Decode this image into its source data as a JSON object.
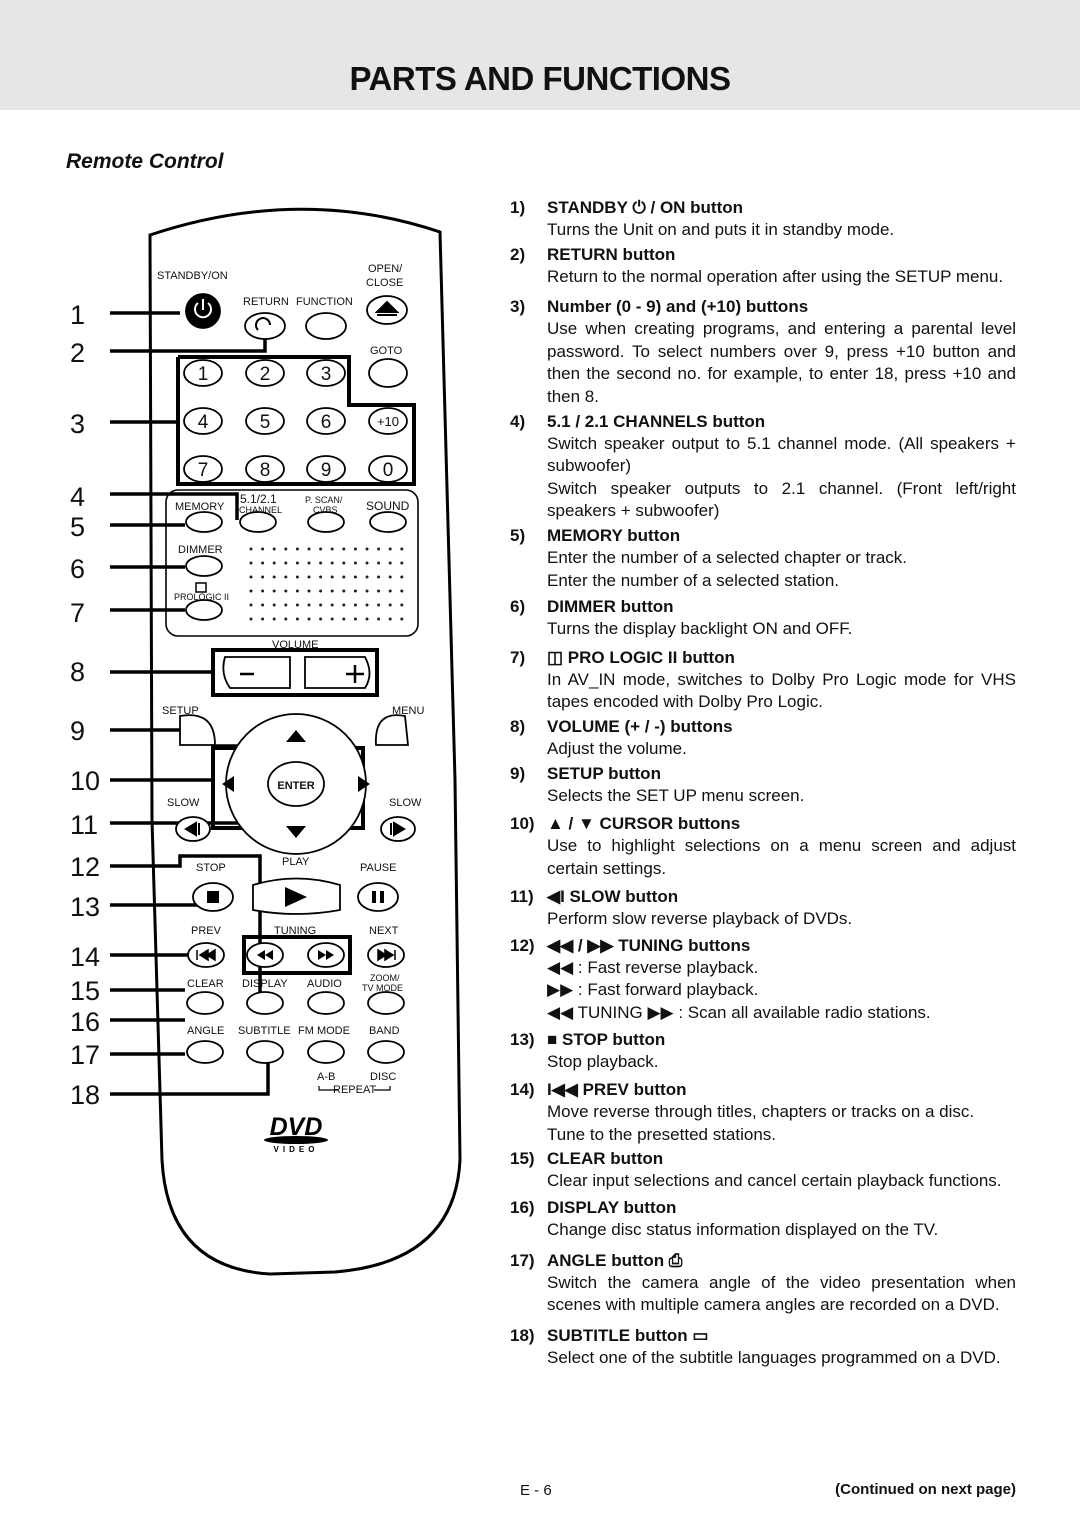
{
  "page": {
    "title": "PARTS AND FUNCTIONS",
    "subtitle": "Remote Control",
    "page_number": "E - 6",
    "continued": "(Continued on next page)"
  },
  "remote": {
    "callouts": [
      "1",
      "2",
      "3",
      "4",
      "5",
      "6",
      "7",
      "8",
      "9",
      "10",
      "11",
      "12",
      "13",
      "14",
      "15",
      "16",
      "17",
      "18"
    ],
    "labels": {
      "standby_on": "STANDBY/ON",
      "open_close_1": "OPEN/",
      "open_close_2": "CLOSE",
      "return": "RETURN",
      "function": "FUNCTION",
      "goto": "GOTO",
      "memory": "MEMORY",
      "channel_top": "5.1/2.1",
      "channel_bottom": "CHANNEL",
      "pscan_1": "P. SCAN/",
      "pscan_2": "CVBS",
      "sound": "SOUND",
      "dimmer": "DIMMER",
      "prologic": "PROLOGIC II",
      "volume": "VOLUME",
      "setup": "SETUP",
      "menu": "MENU",
      "enter": "ENTER",
      "slow_left": "SLOW",
      "slow_right": "SLOW",
      "stop": "STOP",
      "play": "PLAY",
      "pause": "PAUSE",
      "prev": "PREV",
      "tuning": "TUNING",
      "next": "NEXT",
      "clear": "CLEAR",
      "display": "DISPLAY",
      "audio": "AUDIO",
      "zoom_1": "ZOOM/",
      "zoom_2": "TV MODE",
      "angle": "ANGLE",
      "subtitle": "SUBTITLE",
      "fm_mode": "FM MODE",
      "band": "BAND",
      "ab": "A-B",
      "disc": "DISC",
      "repeat": "REPEAT",
      "dvd": "DVD",
      "video": "VIDEO"
    },
    "digits": [
      "1",
      "2",
      "3",
      "4",
      "5",
      "6",
      "+10",
      "7",
      "8",
      "9",
      "0"
    ]
  },
  "items": [
    {
      "num": "1)",
      "title": "STANDBY ⏻ / ON button",
      "body": [
        "Turns the Unit on and puts it in standby mode."
      ]
    },
    {
      "num": "2)",
      "title": "RETURN button",
      "body": [
        "Return to the normal operation after using the SETUP menu."
      ]
    },
    {
      "num": "3)",
      "title": "Number (0 - 9) and (+10) buttons",
      "body": [
        "Use when creating programs, and entering a parental level password. To select numbers over 9, press +10 button and then the second no. for example, to enter 18, press +10 and then 8."
      ]
    },
    {
      "num": "4)",
      "title": "5.1 / 2.1 CHANNELS button",
      "body": [
        "Switch speaker output to 5.1 channel mode. (All speakers + subwoofer)",
        "Switch speaker outputs to 2.1 channel. (Front left/right speakers + subwoofer)"
      ]
    },
    {
      "num": "5)",
      "title": "MEMORY button",
      "body": [
        "Enter the number of a selected chapter or track.",
        "Enter the number of a selected station."
      ]
    },
    {
      "num": "6)",
      "title": "DIMMER button",
      "body": [
        "Turns the display backlight ON and OFF."
      ]
    },
    {
      "num": "7)",
      "title": "◫ PRO LOGIC II button",
      "body": [
        "In AV_IN mode, switches to Dolby Pro Logic mode for VHS tapes encoded with Dolby Pro Logic."
      ]
    },
    {
      "num": "8)",
      "title": "VOLUME (+ / -) buttons",
      "body": [
        "Adjust the volume."
      ]
    },
    {
      "num": "9)",
      "title": "SETUP button",
      "body": [
        "Selects the SET UP menu screen."
      ]
    },
    {
      "num": "10)",
      "title": "▲ / ▼ CURSOR buttons",
      "body": [
        "Use to highlight selections on a menu screen and adjust certain settings."
      ]
    },
    {
      "num": "11)",
      "title": "◀I SLOW button",
      "body": [
        "Perform slow reverse playback of DVDs."
      ]
    },
    {
      "num": "12)",
      "title": "◀◀ / ▶▶ TUNING buttons",
      "body": [
        "◀◀ : Fast reverse playback.",
        "▶▶ : Fast forward playback.",
        "◀◀ TUNING ▶▶ : Scan all available radio stations."
      ]
    },
    {
      "num": "13)",
      "title": "■ STOP button",
      "body": [
        "Stop playback."
      ]
    },
    {
      "num": "14)",
      "title": "I◀◀ PREV button",
      "body": [
        "Move reverse through titles, chapters or tracks on a disc.",
        "Tune to the presetted stations."
      ]
    },
    {
      "num": "15)",
      "title": "CLEAR button",
      "body": [
        "Clear input selections and cancel certain playback functions."
      ]
    },
    {
      "num": "16)",
      "title": "DISPLAY button",
      "body": [
        "Change disc status information displayed on the TV."
      ]
    },
    {
      "num": "17)",
      "title": "ANGLE button ⎙",
      "body": [
        "Switch the camera angle of the video presentation when scenes with multiple camera angles are recorded on a DVD."
      ]
    },
    {
      "num": "18)",
      "title": "SUBTITLE button ▭",
      "body": [
        "Select one of the subtitle languages programmed on a DVD."
      ]
    }
  ]
}
